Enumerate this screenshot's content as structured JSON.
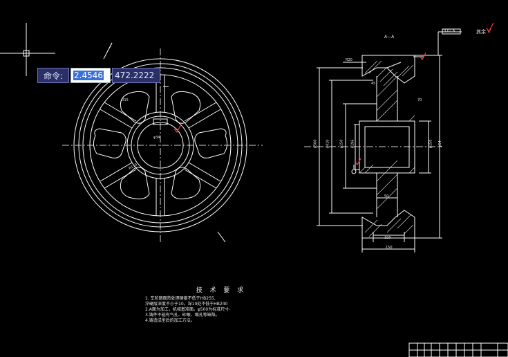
{
  "command_bar": {
    "label": "命令:",
    "value_x": "2.4546",
    "value_y": "472.2222"
  },
  "section_label": "A—A",
  "roughness_note": {
    "text": "其余",
    "symbol": "√"
  },
  "tech_requirements": {
    "title": "技 术 要 求",
    "lines": [
      "1. 车轮踏面热处理硬度不低于HB255,",
      "淬硬层深度不小于10。深10处不低于HB240",
      "2.A面为加工，机械基准面。φ500为标准尺寸-",
      "3.铸件不能有气孔、砂眼、缩孔等缺陷。",
      "4.铸造成型后的加工方法。"
    ]
  },
  "dimension_labels": {
    "d1": "φ34",
    "d2": "φ500",
    "d3": "φ410",
    "d4": "φ150",
    "d5": "φ196",
    "d6": "φ150",
    "d7": "φ54",
    "w1": "45",
    "w2": "70",
    "w3": "50",
    "w4": "100",
    "w5": "150",
    "chamfer": "R20",
    "top": "0.02 A",
    "radius_left": "R15",
    "radius_hub": "R110"
  },
  "colors": {
    "background": "#000000",
    "line": "#ffffff",
    "center_line": "#d8d8d8",
    "hatch": "#e0e0e0",
    "highlight_red": "#ff3b3b",
    "cmd_bg": "#2a2f66"
  }
}
